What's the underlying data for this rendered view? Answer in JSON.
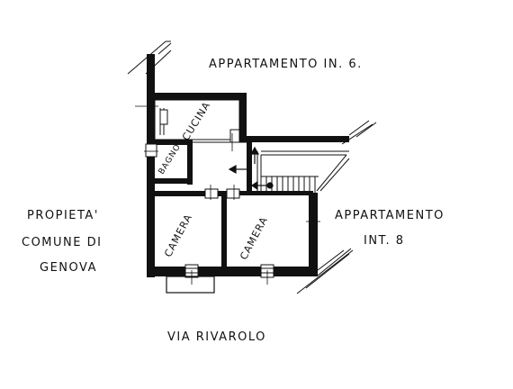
{
  "labels": {
    "appartamento_top": "APPARTAMENTO IN. 6.",
    "appartamento_right_line1": "APPARTAMENTO",
    "appartamento_right_line2": "INT. 8",
    "propieta_line1": "PROPIETA'",
    "propieta_line2": "COMUNE DI",
    "propieta_line3": "GENOVA",
    "street": "VIA RIVAROLO"
  },
  "rooms": {
    "cucina": "CUCINA",
    "bagno": "BAGNO",
    "camera_left": "CAMERA",
    "camera_right": "CAMERA"
  },
  "colors": {
    "ink": "#111111",
    "background": "#ffffff"
  }
}
